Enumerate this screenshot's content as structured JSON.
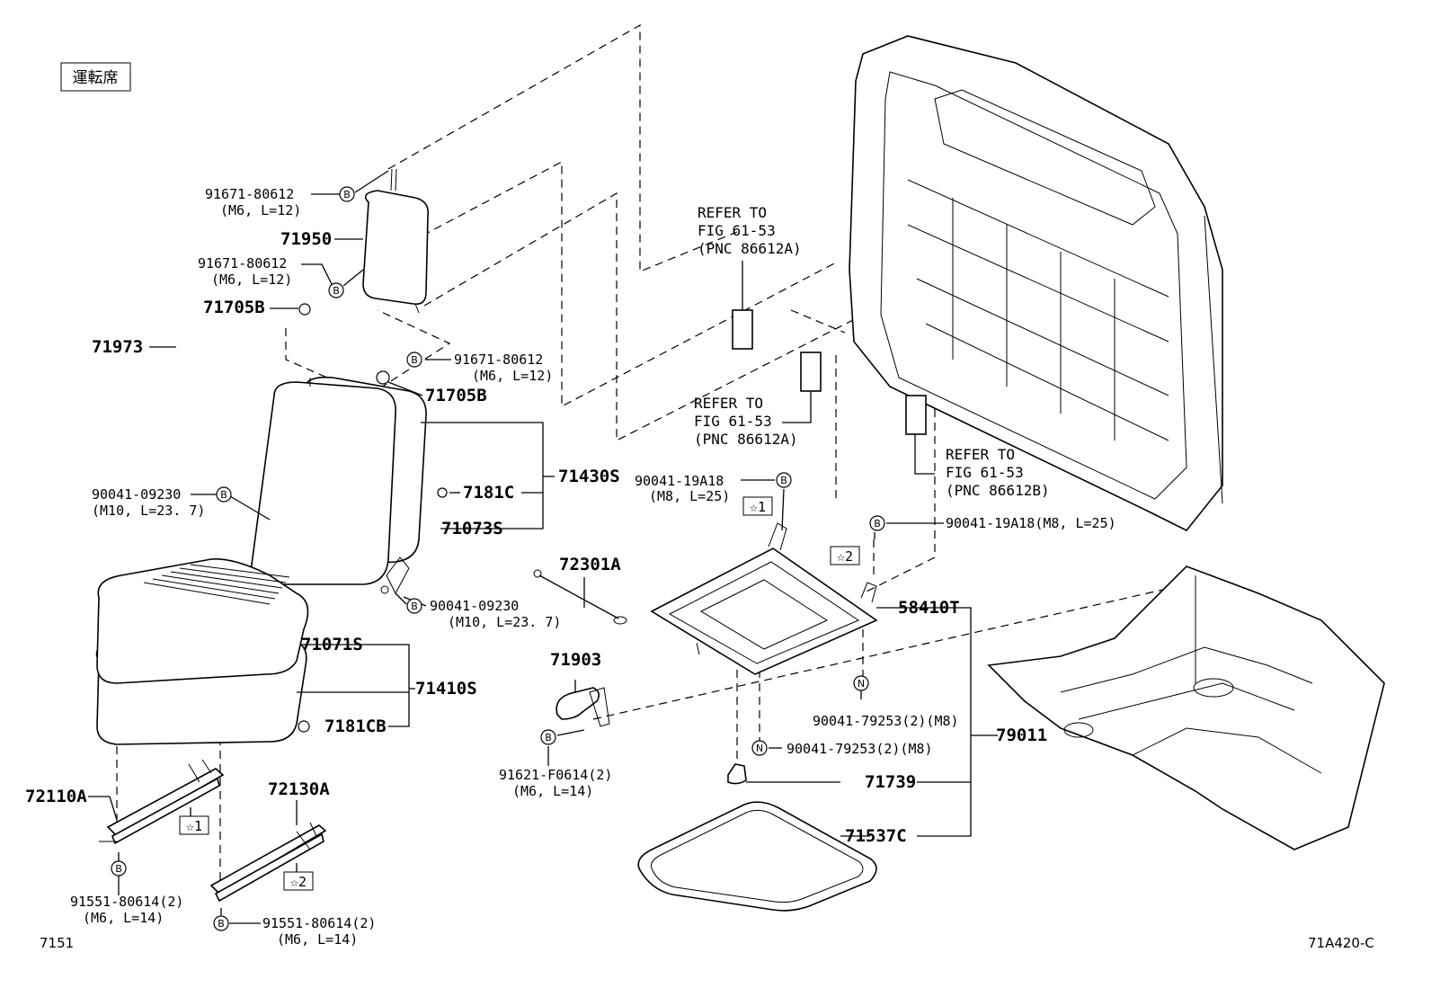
{
  "header": {
    "seat_label": "運転席"
  },
  "footer": {
    "left_code": "7151",
    "right_code": "71A420-C"
  },
  "symbols": {
    "bolt": "B",
    "nut": "N",
    "star1": "☆1",
    "star2": "☆2"
  },
  "parts": {
    "p91671_a": "91671-80612",
    "p91671_a_spec": "(M6, L=12)",
    "p71950": "71950",
    "p91671_b": "91671-80612",
    "p91671_b_spec": "(M6, L=12)",
    "p71705b_a": "71705B",
    "p71973": "71973",
    "p91671_c": "91671-80612",
    "p91671_c_spec": "(M6, L=12)",
    "p71705b_b": "71705B",
    "p71430s": "71430S",
    "p7181c": "7181C",
    "p90041_09230_a": "90041-09230",
    "p90041_09230_a_spec": "(M10, L=23. 7)",
    "p71073s": "71073S",
    "p90041_09230_b": "90041-09230",
    "p90041_09230_b_spec": "(M10, L=23. 7)",
    "p71071s": "71071S",
    "p71410s": "71410S",
    "p7181cb": "7181CB",
    "p72110a": "72110A",
    "p91551_a": "91551-80614(2)",
    "p91551_a_spec": "(M6, L=14)",
    "p72130a": "72130A",
    "p91551_b": "91551-80614(2)",
    "p91551_b_spec": "(M6, L=14)",
    "p72301a": "72301A",
    "p71903": "71903",
    "p91621": "91621-F0614(2)",
    "p91621_spec": "(M6, L=14)",
    "p90041_19a18_a": "90041-19A18",
    "p90041_19a18_a_spec": "(M8, L=25)",
    "p90041_19a18_b": "90041-19A18(M8, L=25)",
    "p58410t": "58410T",
    "p90041_79253_a": "90041-79253(2)(M8)",
    "p90041_79253_b": "90041-79253(2)(M8)",
    "p79011": "79011",
    "p71739": "71739",
    "p71537c": "71537C"
  },
  "refs": {
    "r1_line1": "REFER TO",
    "r1_line2": "FIG 61-53",
    "r1_line3": "(PNC 86612A)",
    "r2_line1": "REFER TO",
    "r2_line2": "FIG 61-53",
    "r2_line3": "(PNC 86612A)",
    "r3_line1": "REFER TO",
    "r3_line2": "FIG 61-53",
    "r3_line3": "(PNC 86612B)"
  }
}
